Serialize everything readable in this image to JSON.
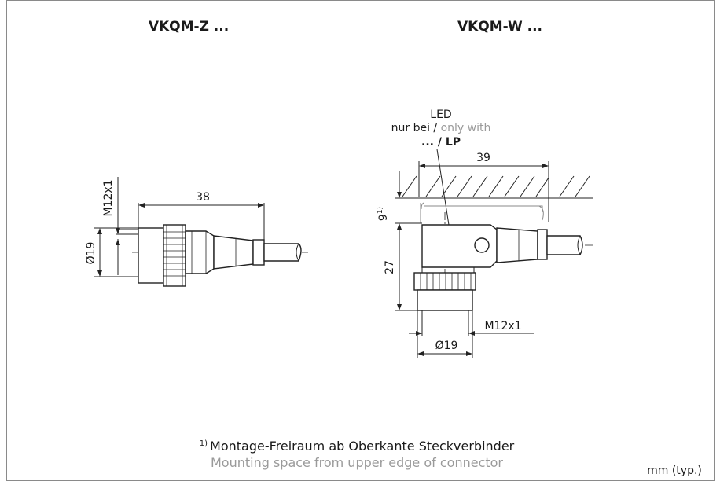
{
  "left_view": {
    "title": "VKQM-Z ...",
    "dim_length": "38",
    "dim_thread": "M12x1",
    "dim_diameter": "Ø19"
  },
  "right_view": {
    "title": "VKQM-W ...",
    "led_label": "LED",
    "led_note_de": "nur bei",
    "led_note_sep": " / ",
    "led_note_en": "only with",
    "led_variant": "... / LP",
    "dim_length": "39",
    "dim_clearance": "9",
    "dim_clearance_note": "1)",
    "dim_height": "27",
    "dim_thread": "M12x1",
    "dim_diameter": "Ø19"
  },
  "footnote": {
    "marker": "1)",
    "text_de": "Montage-Freiraum ab Oberkante Steckverbinder",
    "text_en": "Mounting space from upper edge of connector"
  },
  "unit_note": "mm (typ.)",
  "colors": {
    "line": "#222222",
    "secondary_text": "#9a9a9a",
    "frame": "#8a8a8a"
  }
}
